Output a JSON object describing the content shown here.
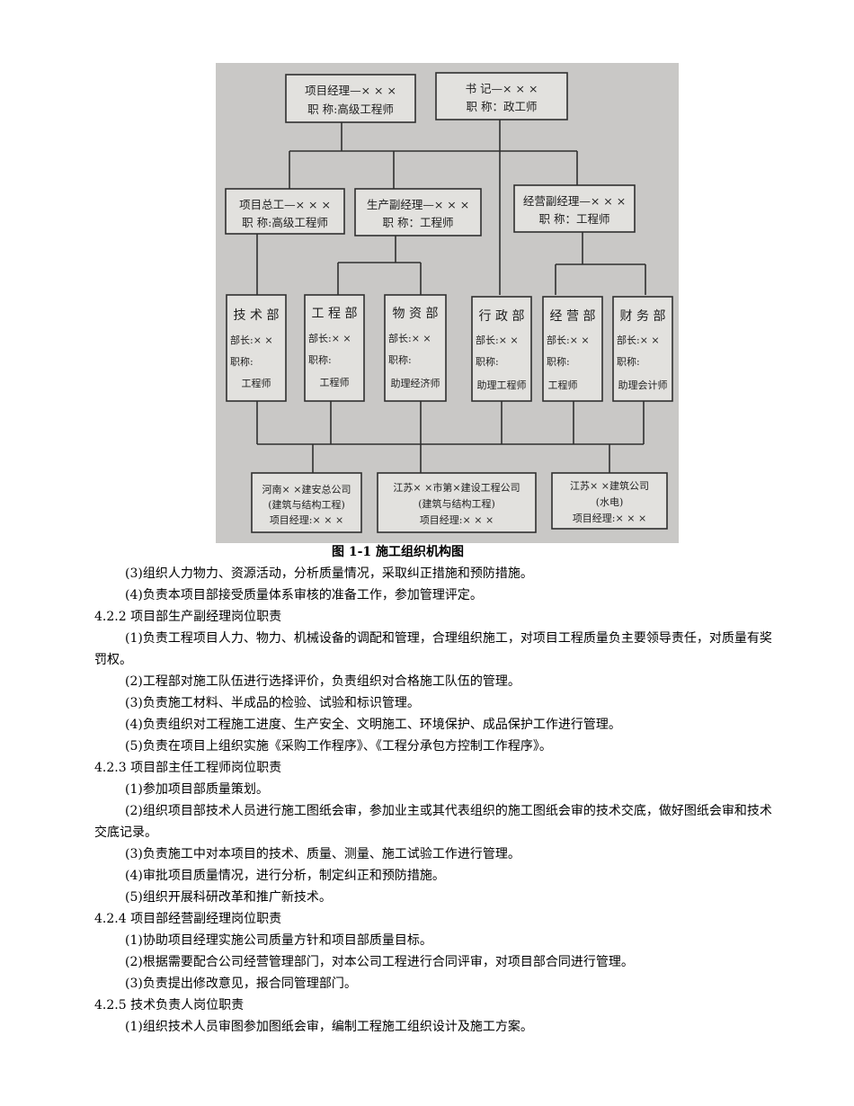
{
  "figure": {
    "caption": "图 1-1  施工组织机构图",
    "top": [
      {
        "line1": "项目经理—× × ×",
        "line2": "职  称:高级工程师"
      },
      {
        "line1": "书        记—× × ×",
        "line2": "职        称：政工师"
      }
    ],
    "mid": [
      {
        "line1": "项目总工—× × ×",
        "line2": "职  称:高级工程师"
      },
      {
        "line1": "生产副经理—× × ×",
        "line2": "职      称：工程师"
      },
      {
        "line1": "经营副经理—× × ×",
        "line2": "职      称：工程师"
      }
    ],
    "depts": [
      {
        "name": "技 术 部",
        "head": "部长:× ×",
        "title_label": "职称:",
        "title": "工程师"
      },
      {
        "name": "工 程 部",
        "head": "部长:× ×",
        "title_label": "职称:",
        "title": "工程师"
      },
      {
        "name": "物 资 部",
        "head": "部长:× ×",
        "title_label": "职称:",
        "title": "助理经济师"
      },
      {
        "name": "行 政 部",
        "head": "部长:× ×",
        "title_label": "职称:",
        "title": "助理工程师"
      },
      {
        "name": "经 营 部",
        "head": "部长:× ×",
        "title_label": "职称:",
        "title": "工程师"
      },
      {
        "name": "财 务 部",
        "head": "部长:× ×",
        "title_label": "职称:",
        "title": "助理会计师"
      }
    ],
    "subs": [
      {
        "line1": "河南× ×建安总公司",
        "line2": "(建筑与结构工程)",
        "line3": "项目经理:× × ×"
      },
      {
        "line1": "江苏× ×市第×建设工程公司",
        "line2": "(建筑与结构工程)",
        "line3": "项目经理:× × ×"
      },
      {
        "line1": "江苏× ×建筑公司",
        "line2": "(水电)",
        "line3": "项目经理:× × ×"
      }
    ]
  },
  "lines": [
    {
      "type": "para",
      "text": "(3)组织人力物力、资源活动，分析质量情况，采取纠正措施和预防措施。"
    },
    {
      "type": "para",
      "text": "(4)负责本项目部接受质量体系审核的准备工作，参加管理评定。"
    },
    {
      "type": "heading",
      "text": "4.2.2  项目部生产副经理岗位职责"
    },
    {
      "type": "para",
      "text": "(1)负责工程项目人力、物力、机械设备的调配和管理，合理组织施工，对项目工程质量负主要领导责任，对质量有奖罚权。"
    },
    {
      "type": "para",
      "text": "(2)工程部对施工队伍进行选择评价，负责组织对合格施工队伍的管理。"
    },
    {
      "type": "para",
      "text": "(3)负责施工材料、半成品的检验、试验和标识管理。"
    },
    {
      "type": "para",
      "text": "(4)负责组织对工程施工进度、生产安全、文明施工、环境保护、成品保护工作进行管理。"
    },
    {
      "type": "para",
      "text": "(5)负责在项目上组织实施《采购工作程序》、《工程分承包方控制工作程序》。"
    },
    {
      "type": "heading",
      "text": "4.2.3  项目部主任工程师岗位职责"
    },
    {
      "type": "para",
      "text": "(1)参加项目部质量策划。"
    },
    {
      "type": "para",
      "text": "(2)组织项目部技术人员进行施工图纸会审，参加业主或其代表组织的施工图纸会审的技术交底，做好图纸会审和技术交底记录。"
    },
    {
      "type": "para",
      "text": "(3)负责施工中对本项目的技术、质量、测量、施工试验工作进行管理。"
    },
    {
      "type": "para",
      "text": "(4)审批项目质量情况，进行分析，制定纠正和预防措施。"
    },
    {
      "type": "para",
      "text": "(5)组织开展科研改革和推广新技术。"
    },
    {
      "type": "heading",
      "text": "4.2.4  项目部经营副经理岗位职责"
    },
    {
      "type": "para",
      "text": "(1)协助项目经理实施公司质量方针和项目部质量目标。"
    },
    {
      "type": "para",
      "text": "(2)根据需要配合公司经营管理部门，对本公司工程进行合同评审，对项目部合同进行管理。"
    },
    {
      "type": "para",
      "text": "(3)负责提出修改意见，报合同管理部门。"
    },
    {
      "type": "heading",
      "text": "4.2.5  技术负责人岗位职责"
    },
    {
      "type": "para",
      "text": "(1)组织技术人员审图参加图纸会审，编制工程施工组织设计及施工方案。"
    }
  ]
}
